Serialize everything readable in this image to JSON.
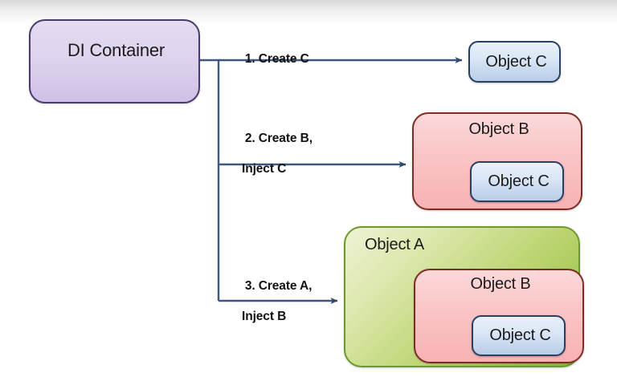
{
  "diagram": {
    "title_box": {
      "label": "DI Container"
    },
    "steps": [
      {
        "id": "step-1",
        "line1": "1. Create C",
        "line2": ""
      },
      {
        "id": "step-2",
        "line1": "2. Create B,",
        "line2": "Inject C"
      },
      {
        "id": "step-3",
        "line1": "3. Create A,",
        "line2": "Inject B"
      }
    ],
    "objects": {
      "object_a": "Object A",
      "object_b": "Object B",
      "object_c": "Object C"
    },
    "groups": [
      {
        "id": "group-1",
        "root": "Object C",
        "nested": []
      },
      {
        "id": "group-2",
        "root": "Object B",
        "nested": [
          "Object C"
        ]
      },
      {
        "id": "group-3",
        "root": "Object A",
        "nested": [
          "Object B",
          "Object C"
        ]
      }
    ],
    "colors": {
      "di_container_fill": "#ded4ee",
      "di_container_border": "#4b3b6b",
      "object_c_fill": "#cfe0f3",
      "object_c_border": "#2b3f63",
      "object_b_fill": "#fac6c8",
      "object_b_border": "#7d2d24",
      "object_a_fill": "#b5d05e",
      "object_a_border": "#6d9a2a",
      "connector_line": "#3c587f",
      "text": "#1b1b1b",
      "background": "#ffffff"
    }
  }
}
